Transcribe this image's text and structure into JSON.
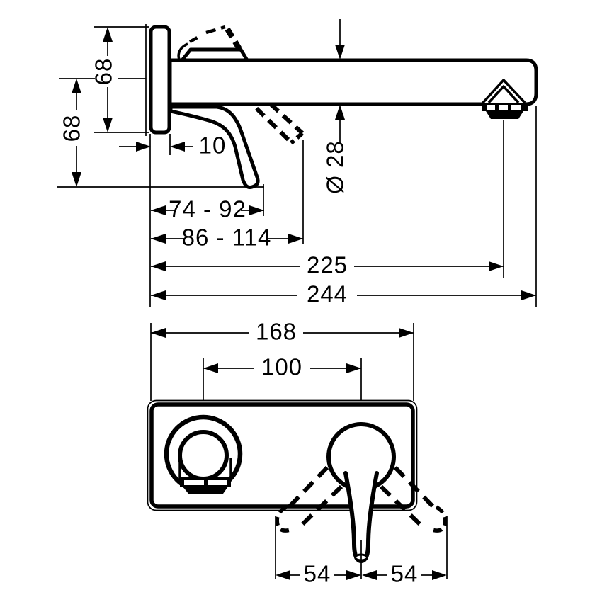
{
  "page": {
    "background": "#ffffff",
    "line_color": "#000000"
  },
  "side_view": {
    "plate_height": "68",
    "handle_height": "68",
    "plate_depth": "10",
    "handle_reach": "74 - 92",
    "handle_reach_open": "86 - 114",
    "aerator_projection": "225",
    "spout_projection": "244",
    "spout_diameter": "Ø 28"
  },
  "front_view": {
    "plate_width": "168",
    "hole_spacing": "100",
    "handle_swing_left": "54",
    "handle_swing_right": "54"
  }
}
